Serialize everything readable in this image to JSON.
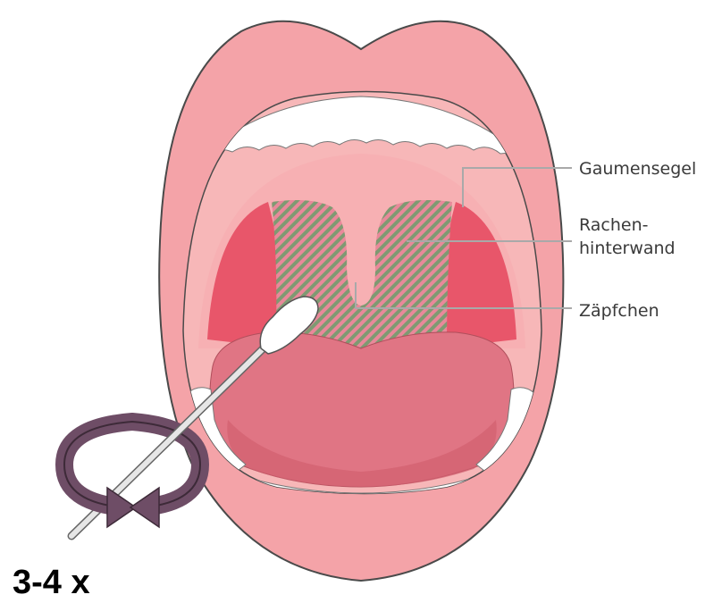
{
  "labels": {
    "gaumensegel": "Gaumensegel",
    "rachen_line1": "Rachen-",
    "rachen_line2": "hinterwand",
    "zaepfchen": "Zäpfchen"
  },
  "repetition": "3-4 x",
  "colors": {
    "lips": "#f4a3a8",
    "lips_outline": "#4a4a4a",
    "mouth_interior": "#f7b7b8",
    "teeth": "#ffffff",
    "tonsil_area": "#e8566a",
    "hatch_green": "#7f9a72",
    "hatch_red": "#e8899a",
    "tongue": "#e07584",
    "tongue_shadow": "#d1606f",
    "swab_stick": "#e6e6e6",
    "swab_tip": "#ffffff",
    "rotation_arrow": "#6e4d66",
    "leader_line": "#a9a9a9"
  },
  "icons": {
    "rotation_arrow": "circular-rotation-arrow-icon",
    "swab": "cotton-swab-icon"
  }
}
